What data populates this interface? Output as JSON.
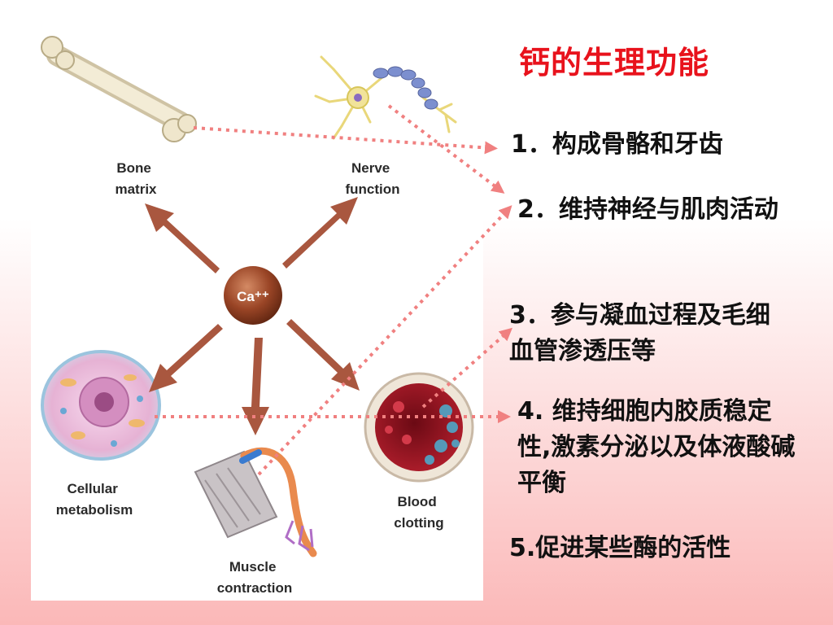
{
  "slide": {
    "title": "钙的生理功能",
    "functions": [
      "1．构成骨骼和牙齿",
      "2．维持神经与肌肉活动",
      "3．参与凝血过程及毛细血管渗透压等",
      "4.  维持细胞内胶质稳定性,激素分泌以及体液酸碱平衡",
      "5.促进某些酶的活性"
    ]
  },
  "figure": {
    "center_label": "Ca⁺⁺",
    "labels": {
      "bone": [
        "Bone",
        "matrix"
      ],
      "nerve": [
        "Nerve",
        "function"
      ],
      "cell": [
        "Cellular",
        "metabolism"
      ],
      "muscle": [
        "Muscle",
        "contraction"
      ],
      "blood": [
        "Blood",
        "clotting"
      ]
    }
  },
  "colors": {
    "title": "#e8121c",
    "arrow": "#a9573f",
    "connector": "#f08080",
    "center_node": "#8a3b1e"
  }
}
